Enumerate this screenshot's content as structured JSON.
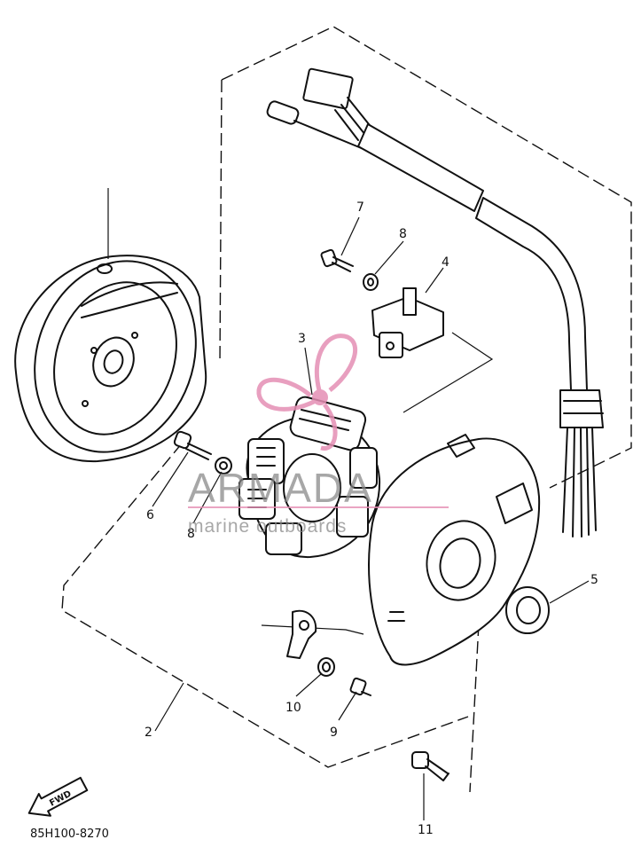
{
  "diagram": {
    "part_number_code": "85H100-8270",
    "direction_badge": "FWD",
    "callouts": [
      {
        "id": "2",
        "label": "2"
      },
      {
        "id": "3",
        "label": "3"
      },
      {
        "id": "4",
        "label": "4"
      },
      {
        "id": "5",
        "label": "5"
      },
      {
        "id": "6",
        "label": "6"
      },
      {
        "id": "7",
        "label": "7"
      },
      {
        "id": "8a",
        "label": "8"
      },
      {
        "id": "8b",
        "label": "8"
      },
      {
        "id": "9",
        "label": "9"
      },
      {
        "id": "10",
        "label": "10"
      },
      {
        "id": "11",
        "label": "11"
      }
    ]
  },
  "watermark": {
    "brand": "ARMADA",
    "tagline": "marine outboards",
    "logo_icon": "propeller-icon",
    "color": "#e58fb4"
  }
}
